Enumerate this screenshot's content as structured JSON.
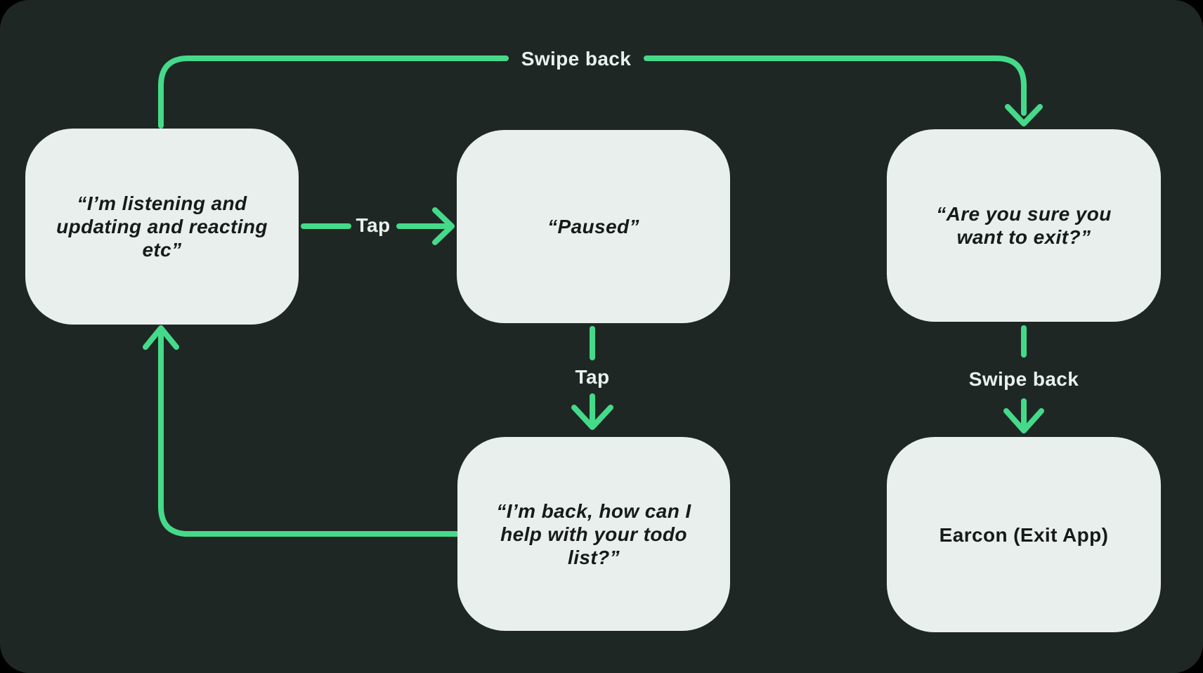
{
  "colors": {
    "page_bg": "#000000",
    "panel_bg": "#1f2725",
    "node_bg": "#e9efec",
    "node_text": "#161b19",
    "accent_green": "#45da89",
    "label_text": "#eaf0ed"
  },
  "diagram": {
    "type": "flowchart",
    "nodes": [
      {
        "id": "listening",
        "label": "“I’m listening and\nupdating and reacting\netc”",
        "text_style": "bold-italic"
      },
      {
        "id": "paused",
        "label": "“Paused”",
        "text_style": "bold-italic"
      },
      {
        "id": "exit_confirm",
        "label": "“Are you sure you\nwant to exit?”",
        "text_style": "bold-italic"
      },
      {
        "id": "back",
        "label": "“I’m back, how can I\nhelp with your todo\nlist?”",
        "text_style": "bold-italic"
      },
      {
        "id": "earcon",
        "label": "Earcon (Exit App)",
        "text_style": "bold"
      }
    ],
    "edges": [
      {
        "from": "listening",
        "to": "exit_confirm",
        "label": "Swipe back",
        "route": "up-right-down"
      },
      {
        "from": "listening",
        "to": "paused",
        "label": "Tap",
        "route": "right"
      },
      {
        "from": "paused",
        "to": "back",
        "label": "Tap",
        "route": "down"
      },
      {
        "from": "exit_confirm",
        "to": "earcon",
        "label": "Swipe back",
        "route": "down"
      },
      {
        "from": "back",
        "to": "listening",
        "label": "",
        "route": "left-up"
      }
    ]
  }
}
